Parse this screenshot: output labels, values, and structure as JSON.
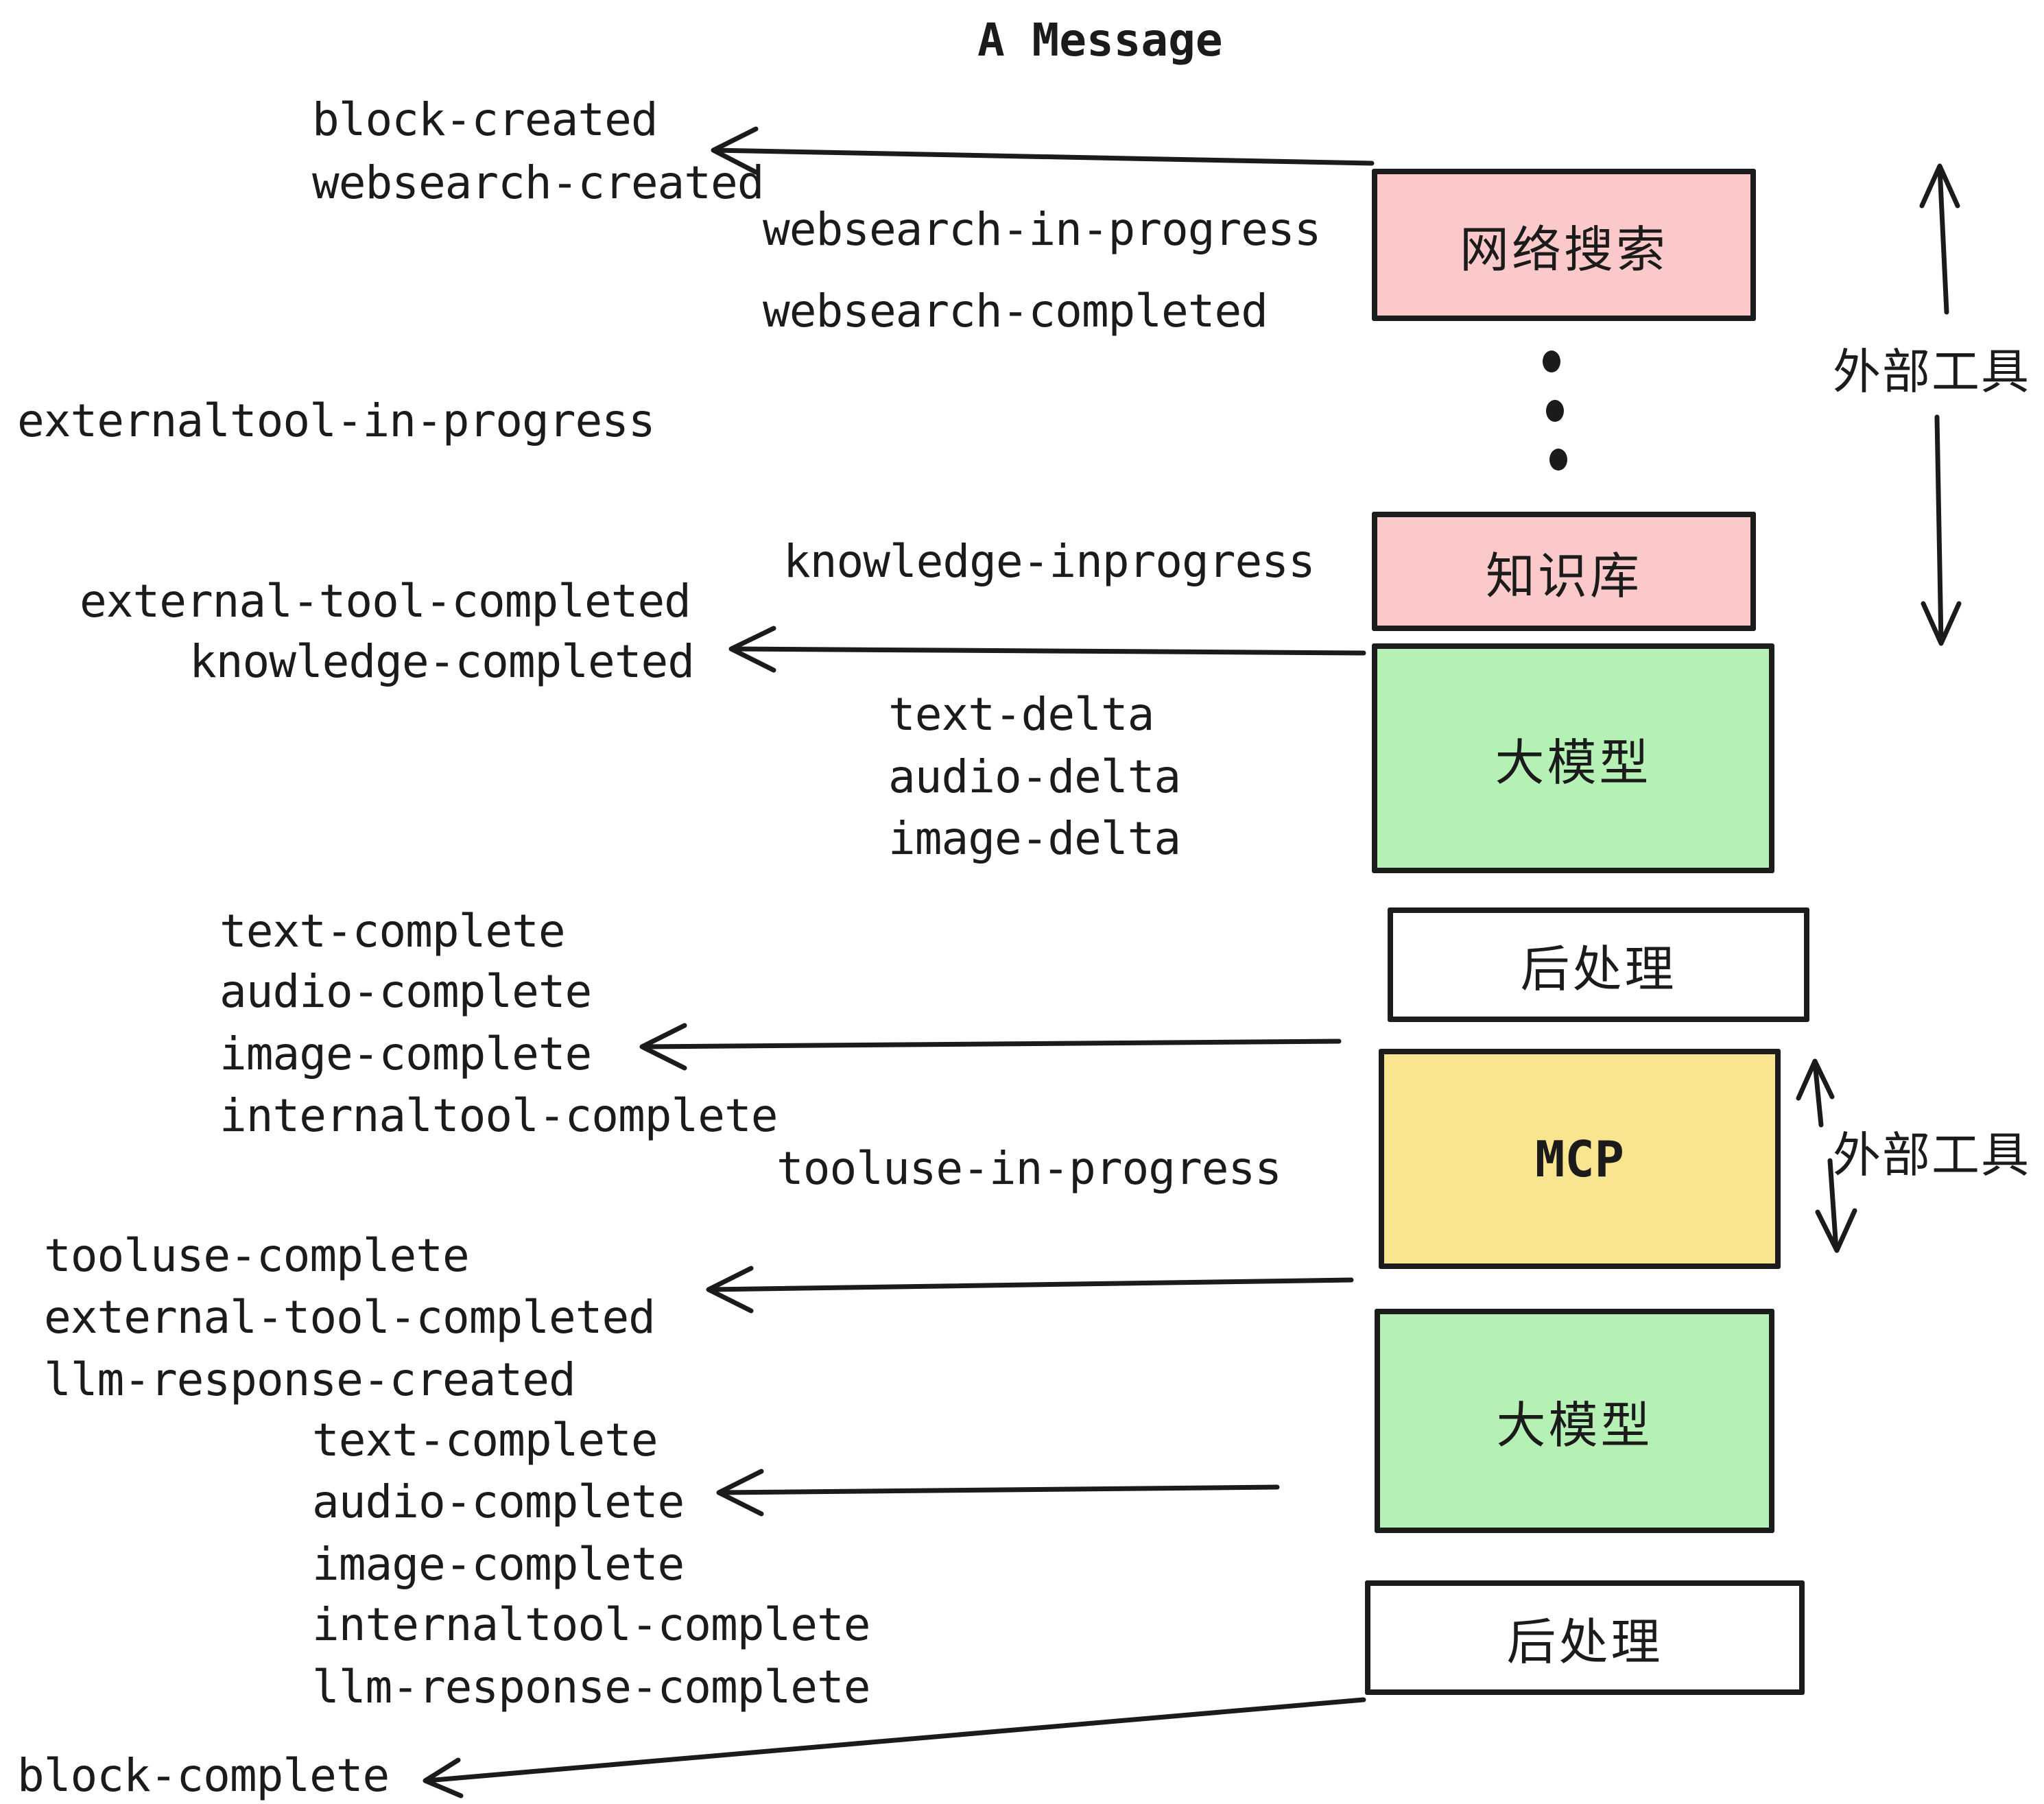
{
  "title": "A Message",
  "colors": {
    "background": "#ffffff",
    "line": "#1b1b1b",
    "box_border": "#1c1c1c",
    "pink": "#fbc9c9",
    "green": "#b5f0b5",
    "yellow": "#f9e48f",
    "white": "#ffffff"
  },
  "events": [
    {
      "id": "block-created",
      "label": "block-created"
    },
    {
      "id": "websearch-created",
      "label": "websearch-created"
    },
    {
      "id": "websearch-in-progress",
      "label": "websearch-in-progress"
    },
    {
      "id": "websearch-completed",
      "label": "websearch-completed"
    },
    {
      "id": "externaltool-in-progress",
      "label": "externaltool-in-progress"
    },
    {
      "id": "knowledge-inprogress",
      "label": "knowledge-inprogress"
    },
    {
      "id": "external-tool-completed",
      "label": "external-tool-completed"
    },
    {
      "id": "knowledge-completed",
      "label": "knowledge-completed"
    },
    {
      "id": "text-delta-1",
      "label": "text-delta"
    },
    {
      "id": "audio-delta-1",
      "label": "audio-delta"
    },
    {
      "id": "image-delta-1",
      "label": "image-delta"
    },
    {
      "id": "text-complete-1",
      "label": "text-complete"
    },
    {
      "id": "audio-complete-1",
      "label": "audio-complete"
    },
    {
      "id": "image-complete-1",
      "label": "image-complete"
    },
    {
      "id": "internaltool-complete-1",
      "label": "internaltool-complete"
    },
    {
      "id": "tooluse-in-progress",
      "label": "tooluse-in-progress"
    },
    {
      "id": "tooluse-complete",
      "label": "tooluse-complete"
    },
    {
      "id": "external-tool-completed-2",
      "label": "external-tool-completed"
    },
    {
      "id": "llm-response-created",
      "label": "llm-response-created"
    },
    {
      "id": "text-complete-2",
      "label": "text-complete"
    },
    {
      "id": "audio-complete-2",
      "label": "audio-complete"
    },
    {
      "id": "image-complete-2",
      "label": "image-complete"
    },
    {
      "id": "internaltool-complete-2",
      "label": "internaltool-complete"
    },
    {
      "id": "llm-response-complete",
      "label": "llm-response-complete"
    },
    {
      "id": "block-complete",
      "label": "block-complete"
    }
  ],
  "boxes": [
    {
      "id": "websearch",
      "label": "网络搜索",
      "fill": "#fbc9c9"
    },
    {
      "id": "knowledge",
      "label": "知识库",
      "fill": "#fbc9c9"
    },
    {
      "id": "llm-1",
      "label": "大模型",
      "fill": "#b5f0b5"
    },
    {
      "id": "post-1",
      "label": "后处理",
      "fill": "#ffffff"
    },
    {
      "id": "mcp",
      "label": "MCP",
      "fill": "#f9e48f"
    },
    {
      "id": "llm-2",
      "label": "大模型",
      "fill": "#b5f0b5"
    },
    {
      "id": "post-2",
      "label": "后处理",
      "fill": "#ffffff"
    }
  ],
  "side_labels": [
    {
      "id": "external-tools-top",
      "label": "外部工具"
    },
    {
      "id": "external-tools-mcp",
      "label": "外部工具"
    }
  ],
  "ellipsis": {
    "dot_count": 3
  }
}
